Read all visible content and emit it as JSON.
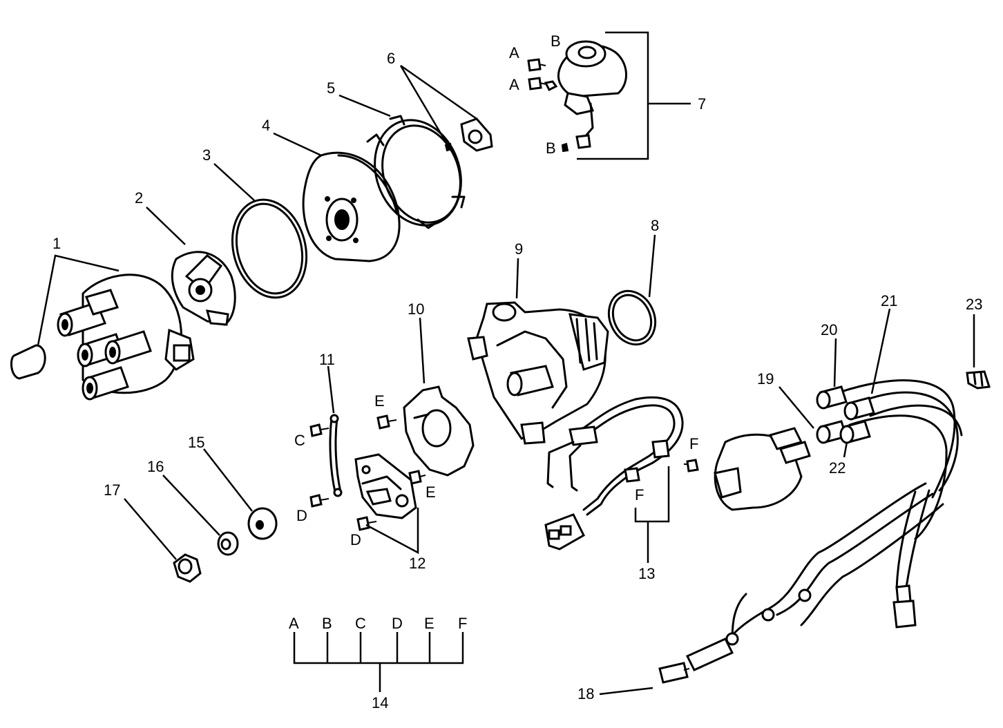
{
  "diagram": {
    "part_numbers": [
      "1",
      "2",
      "3",
      "4",
      "5",
      "6",
      "7",
      "8",
      "9",
      "10",
      "11",
      "12",
      "13",
      "14",
      "15",
      "16",
      "17",
      "18",
      "19",
      "20",
      "21",
      "22",
      "23"
    ],
    "fastener_letters": {
      "a1": "A",
      "a2": "A",
      "b1": "B",
      "b2": "B",
      "c1": "C",
      "d1": "D",
      "d2": "D",
      "e1": "E",
      "e2": "E",
      "f1": "F",
      "f2": "F"
    },
    "kit_letters": [
      "A",
      "B",
      "C",
      "D",
      "E",
      "F"
    ]
  }
}
